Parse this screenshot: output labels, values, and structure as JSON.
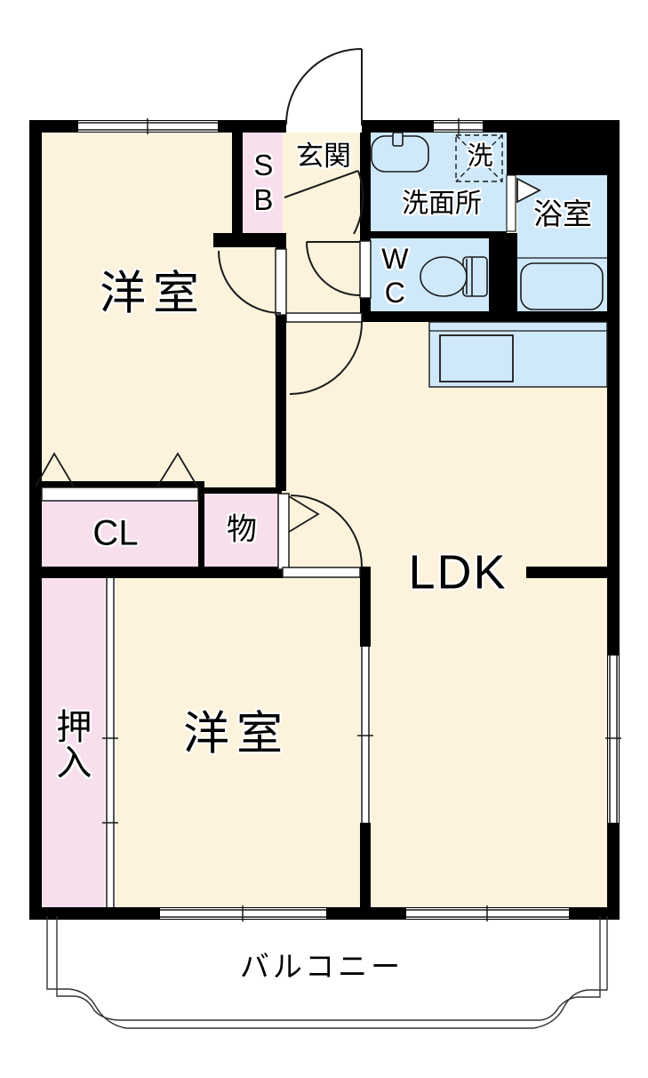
{
  "title": "apartment-floor-plan",
  "colors": {
    "wall": "#000000",
    "room_cream": "#fdf3dd",
    "closet_pink": "#f8dfee",
    "wet_area_blue": "#cfe9fb",
    "line": "#1a1a1a",
    "balcony_line": "#333333"
  },
  "labels": {
    "bedroom_top": "洋室",
    "shoe_box": "SB",
    "entrance": "玄関",
    "laundry": "洗",
    "washroom": "洗面所",
    "bathroom": "浴室",
    "toilet": "WC",
    "ldk": "LDK",
    "closet": "CL",
    "storage": "物",
    "futon_closet": "押入",
    "bedroom_bottom": "洋室",
    "balcony": "バルコニー"
  }
}
